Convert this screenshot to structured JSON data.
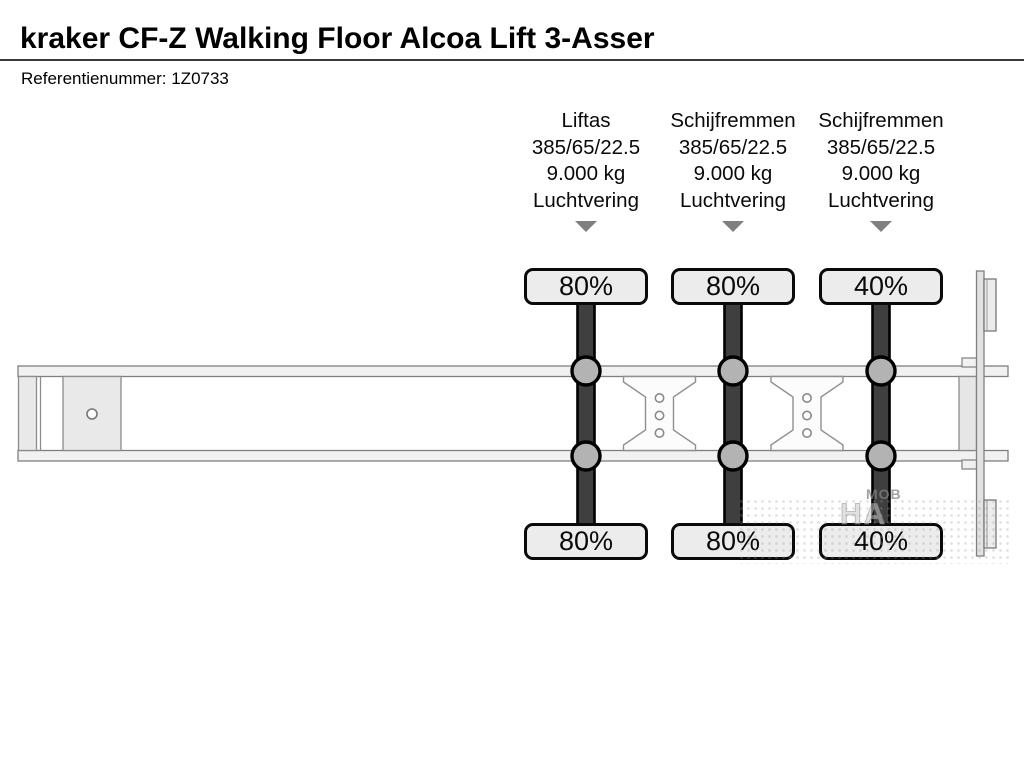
{
  "header": {
    "title": "kraker CF-Z Walking Floor Alcoa Lift 3-Asser",
    "reference": "Referentienummer: 1Z0733"
  },
  "diagram": {
    "axles": [
      {
        "name": "Liftas",
        "tyre_size": "385/65/22.5",
        "capacity": "9.000 kg",
        "suspension": "Luchtvering",
        "tread_top": "80%",
        "tread_bottom": "80%"
      },
      {
        "name": "Schijfremmen",
        "tyre_size": "385/65/22.5",
        "capacity": "9.000 kg",
        "suspension": "Luchtvering",
        "tread_top": "80%",
        "tread_bottom": "80%"
      },
      {
        "name": "Schijfremmen",
        "tyre_size": "385/65/22.5",
        "capacity": "9.000 kg",
        "suspension": "Luchtvering",
        "tread_top": "40%",
        "tread_bottom": "40%"
      }
    ]
  },
  "watermark": {
    "small_fragment": "МОВ",
    "large_fragment": "НА"
  },
  "colors": {
    "background": "#ffffff",
    "text": "#0a0a0a",
    "divider": "#3a3a3a",
    "axle_bar": "#3f3f3f",
    "wheel_hub": "#b3b3b3",
    "tyre_box_fill": "#ececec",
    "tyre_box_border": "#0a0a0a",
    "rail_fill": "#f1f1f1",
    "rail_stroke": "#7f7f7f",
    "plate_fill": "#e9e9e9",
    "arrow_gray": "#7f7f7f"
  }
}
